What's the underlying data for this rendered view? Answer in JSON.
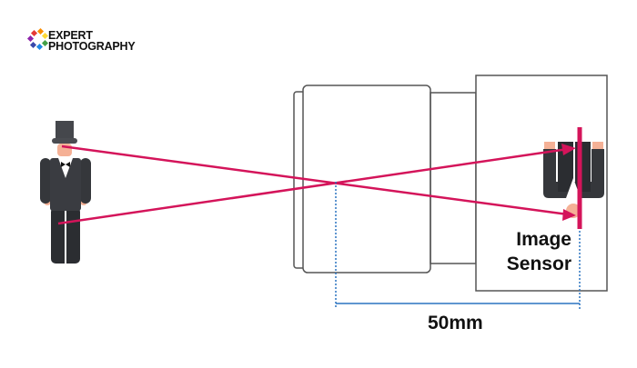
{
  "logo": {
    "line1": "EXPERT",
    "line2": "PHOTOGRAPHY"
  },
  "labels": {
    "sensor_line1": "Image",
    "sensor_line2": "Sensor",
    "focal_length": "50mm"
  },
  "colors": {
    "ray": "#d4145a",
    "measure": "#2a73c0",
    "outline": "#555555",
    "suit": "#35373b",
    "skin": "#f5b196"
  }
}
